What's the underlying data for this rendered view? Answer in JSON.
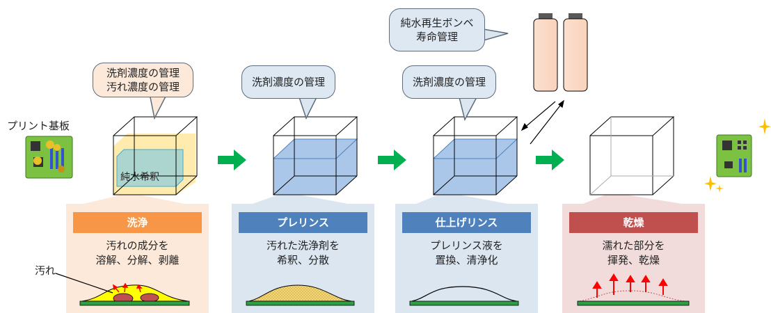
{
  "board_label": "プリント基板",
  "dirt_label": "汚れ",
  "dilute_label": "純水希釈",
  "bubbles": {
    "wash": "洗剤濃度の管理\n汚れ濃度の管理",
    "prerinse": "洗剤濃度の管理",
    "finalrinse": "洗剤濃度の管理",
    "cylinder": "純水再生ボンベ\n寿命管理"
  },
  "steps": [
    {
      "title": "洗浄",
      "desc": "汚れの成分を\n溶解、分解、剥離",
      "header_color": "#f79646",
      "panel_color": "#fde9d9"
    },
    {
      "title": "プレリンス",
      "desc": "汚れた洗浄剤を\n希釈、分散",
      "header_color": "#4f81bd",
      "panel_color": "#dce6f1"
    },
    {
      "title": "仕上げリンス",
      "desc": "プレリンス液を\n置換、清浄化",
      "header_color": "#4f81bd",
      "panel_color": "#dce6f1"
    },
    {
      "title": "乾燥",
      "desc": "濡れた部分を\n揮発、乾燥",
      "header_color": "#c0504d",
      "panel_color": "#f2dcdb"
    }
  ],
  "colors": {
    "arrow": "#00b050",
    "board": "#2e9e44",
    "sparkle": "#ffc000",
    "dirt": "#ffff00",
    "evap_arrow": "#ff0000"
  }
}
